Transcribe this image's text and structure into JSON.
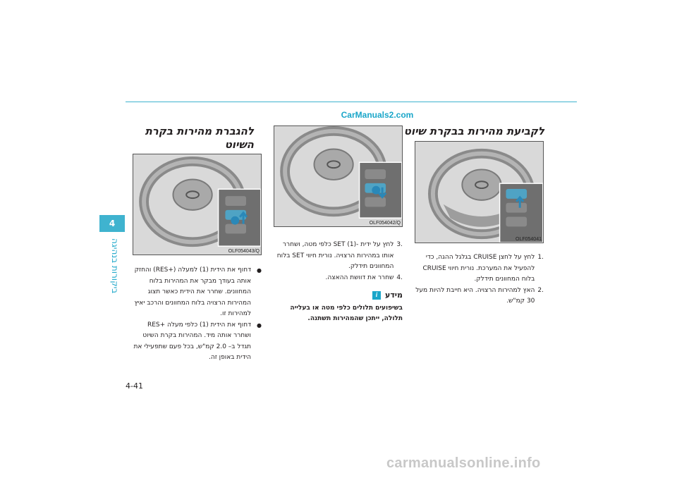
{
  "watermark_top": "CarManuals2.com",
  "watermark_bottom": "carmanualsonline.info",
  "chapter": {
    "number": "4",
    "title": "ביקורות בנהיגה"
  },
  "page_number": "4-41",
  "right_column": {
    "heading": "לקביעת מהירות בבקרת שיוט",
    "figure_label": "OLF054041",
    "items": [
      {
        "n": ".1",
        "text": "לחץ על לחצן CRUISE בגלגל ההגה, כדי להפעיל את המערכת. נורית חיווי CRUISE בלוח המחוונים תידלק."
      },
      {
        "n": ".2",
        "text": "האץ למהירות הרצויה. היא חייבת להיות מעל 30 קמ\"ש."
      }
    ]
  },
  "middle_column": {
    "figure_label": "OLF054042/Q",
    "items": [
      {
        "n": ".3",
        "text": "לחץ על ידית -SET (1) כלפי מטה, ושחרר אותו במהירות הרצויה. נורית חיווי SET בלוח המחוונים תידלק."
      },
      {
        "n": ".4",
        "text": "שחרר את דוושת ההאצה."
      }
    ],
    "info": {
      "title": "מידע",
      "body": "בשיפועים תלולים כלפי מטה או בעלייה תלולה, ייתכן שהמהירות תשתנה."
    }
  },
  "left_column": {
    "heading": "להגברת מהירות בקרת השיוט",
    "figure_label": "OLF054043/Q",
    "bullets": [
      "דחוף את הידית (1) למעלה (+RES) והחזק אותה בעודך מבקר את המהירות בלוח המחוונים. שחרר את הידית כאשר תצוג המהירות הרצויה בלוח המחוונים והרכב יאיץ למהירות זו.",
      "דחוף את הידית (1) כלפי מעלה +RES ושחרר אותה מיד. המהירות בקרת השיוט תגדל ב– 2.0 קמ\"ש, בכל פעם שתפעילי את הידית באופן זה."
    ]
  }
}
